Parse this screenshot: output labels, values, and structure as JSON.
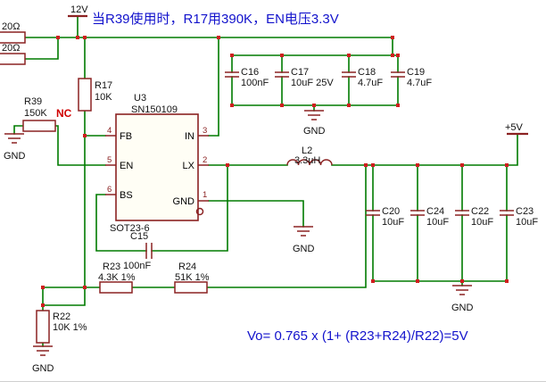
{
  "annotations": {
    "note": "当R39使用时，R17用390K，EN电压3.3V",
    "formula": "Vo= 0.765 x (1+ (R23+R24)/R22)=5V"
  },
  "nets": {
    "v12": "12V",
    "v5": "+5V",
    "gnd": "GND"
  },
  "ic": {
    "ref": "U3",
    "part": "SN150109",
    "package": "SOT23-6",
    "pins": {
      "fb": {
        "num": "4",
        "name": "FB"
      },
      "en": {
        "num": "5",
        "name": "EN"
      },
      "bs": {
        "num": "6",
        "name": "BS"
      },
      "in": {
        "num": "3",
        "name": "IN"
      },
      "lx": {
        "num": "2",
        "name": "LX"
      },
      "gnd": {
        "num": "1",
        "name": "GND"
      }
    }
  },
  "resistors": {
    "rin1": {
      "value": "20Ω"
    },
    "rin2": {
      "value": "20Ω"
    },
    "r17": {
      "ref": "R17",
      "value": "10K"
    },
    "r39": {
      "ref": "R39",
      "value": "150K",
      "flag": "NC"
    },
    "r23": {
      "ref": "R23",
      "value": "4.3K 1%"
    },
    "r24": {
      "ref": "R24",
      "value": "51K 1%"
    },
    "r22": {
      "ref": "R22",
      "value": "10K 1%"
    }
  },
  "capacitors": {
    "c15": {
      "ref": "C15",
      "value": "100nF"
    },
    "c16": {
      "ref": "C16",
      "value": "100nF"
    },
    "c17": {
      "ref": "C17",
      "value": "10uF 25V"
    },
    "c18": {
      "ref": "C18",
      "value": "4.7uF"
    },
    "c19": {
      "ref": "C19",
      "value": "4.7uF"
    },
    "c20": {
      "ref": "C20",
      "value": "10uF"
    },
    "c24": {
      "ref": "C24",
      "value": "10uF"
    },
    "c22": {
      "ref": "C22",
      "value": "10uF"
    },
    "c23": {
      "ref": "C23",
      "value": "10uF"
    }
  },
  "inductor": {
    "ref": "L2",
    "value": "3.3uH"
  },
  "colors": {
    "wire": "#007b00",
    "part_outline": "#8b2222",
    "junction": "#cf1f1f",
    "annotation": "#1212cc",
    "nc_flag": "#d00000"
  }
}
